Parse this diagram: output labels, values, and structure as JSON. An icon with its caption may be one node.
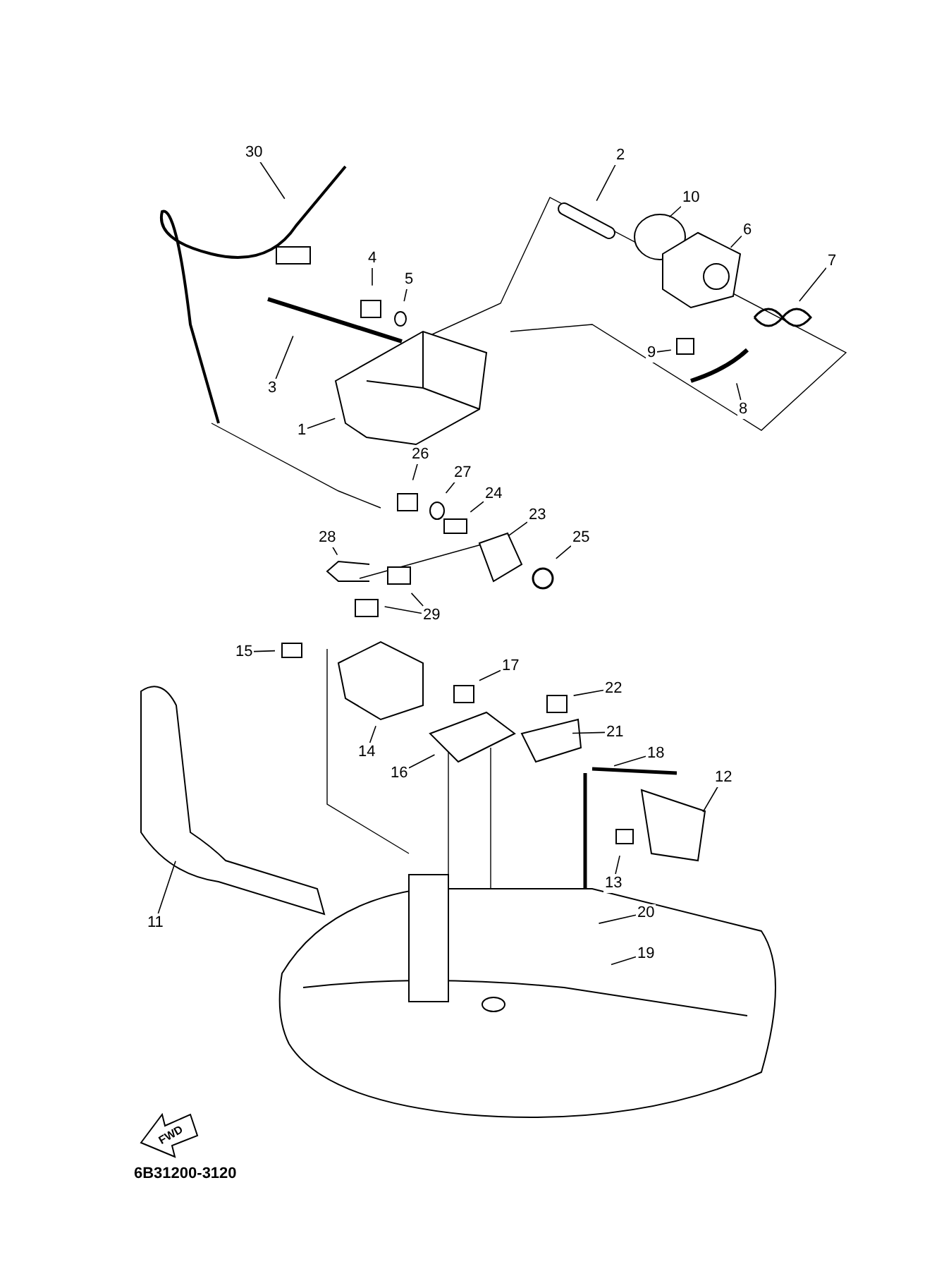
{
  "diagram": {
    "nodes": [
      {
        "text": [
          "30"
        ]
      },
      {
        "text": [
          "2"
        ]
      },
      {
        "text": [
          "10"
        ]
      },
      {
        "text": [
          "6"
        ]
      },
      {
        "text": [
          "7"
        ]
      },
      {
        "text": [
          "4"
        ]
      },
      {
        "text": [
          "5"
        ]
      },
      {
        "text": [
          "3"
        ]
      },
      {
        "text": [
          "9"
        ]
      },
      {
        "text": [
          "8"
        ]
      },
      {
        "text": [
          "1"
        ]
      },
      {
        "text": [
          "26"
        ]
      },
      {
        "text": [
          "27"
        ]
      },
      {
        "text": [
          "24"
        ]
      },
      {
        "text": [
          "23"
        ]
      },
      {
        "text": [
          "25"
        ]
      },
      {
        "text": [
          "28"
        ]
      },
      {
        "text": [
          "29"
        ]
      },
      {
        "text": [
          "15"
        ]
      },
      {
        "text": [
          "17"
        ]
      },
      {
        "text": [
          "22"
        ]
      },
      {
        "text": [
          "14"
        ]
      },
      {
        "text": [
          "21"
        ]
      },
      {
        "text": [
          "18"
        ]
      },
      {
        "text": [
          "16"
        ]
      },
      {
        "text": [
          "12"
        ]
      },
      {
        "text": [
          "13"
        ]
      },
      {
        "text": [
          "20"
        ]
      },
      {
        "text": [
          "11"
        ]
      },
      {
        "text": [
          "19"
        ]
      }
    ],
    "edges": [
      {
        "from": 0,
        "to": null,
        "arrow": "none"
      },
      {
        "from": 1,
        "to": null,
        "arrow": "none"
      },
      {
        "from": 2,
        "to": null,
        "arrow": "none"
      },
      {
        "from": 3,
        "to": null,
        "arrow": "none"
      },
      {
        "from": 4,
        "to": null,
        "arrow": "none"
      },
      {
        "from": 5,
        "to": null,
        "arrow": "none"
      },
      {
        "from": 6,
        "to": null,
        "arrow": "none"
      },
      {
        "from": 7,
        "to": null,
        "arrow": "none"
      },
      {
        "from": 8,
        "to": null,
        "arrow": "none"
      },
      {
        "from": 9,
        "to": null,
        "arrow": "none"
      },
      {
        "from": 10,
        "to": null,
        "arrow": "none"
      },
      {
        "from": 11,
        "to": null,
        "arrow": "none"
      },
      {
        "from": 12,
        "to": null,
        "arrow": "none"
      },
      {
        "from": 13,
        "to": null,
        "arrow": "none"
      },
      {
        "from": 14,
        "to": null,
        "arrow": "none"
      },
      {
        "from": 15,
        "to": null,
        "arrow": "none"
      },
      {
        "from": 16,
        "to": null,
        "arrow": "none"
      },
      {
        "from": 17,
        "to": null,
        "arrow": "none"
      },
      {
        "from": 17,
        "to": null,
        "arrow": "none"
      },
      {
        "from": 18,
        "to": null,
        "arrow": "none"
      },
      {
        "from": 19,
        "to": null,
        "arrow": "none"
      },
      {
        "from": 20,
        "to": null,
        "arrow": "none"
      },
      {
        "from": 21,
        "to": null,
        "arrow": "none"
      },
      {
        "from": 22,
        "to": null,
        "arrow": "none"
      },
      {
        "from": 23,
        "to": null,
        "arrow": "none"
      },
      {
        "from": 24,
        "to": null,
        "arrow": "none"
      },
      {
        "from": 25,
        "to": null,
        "arrow": "none"
      },
      {
        "from": 26,
        "to": null,
        "arrow": "none"
      },
      {
        "from": 27,
        "to": null,
        "arrow": "none"
      },
      {
        "from": 28,
        "to": null,
        "arrow": "none"
      },
      {
        "from": 29,
        "to": null,
        "arrow": "none"
      }
    ],
    "labels": [
      "FWD",
      "6B31200-3120"
    ]
  }
}
